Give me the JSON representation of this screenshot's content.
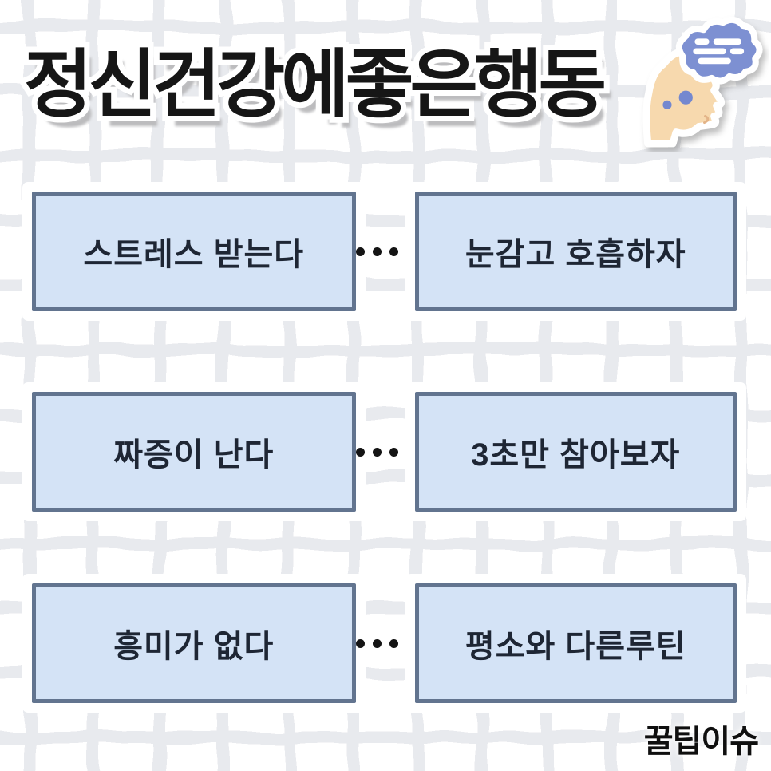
{
  "title": {
    "text": "정신건강에좋은행동"
  },
  "header_icon": {
    "name": "thinking-head-icon",
    "description": "profile of a head with a thought cloud containing text lines",
    "face_color": "#f7d9ae",
    "cloud_color": "#7d90d2",
    "dot_color": "#7488cf"
  },
  "rows": [
    {
      "trigger": "스트레스 받는다",
      "action": "눈감고 호흡하자"
    },
    {
      "trigger": "짜증이 난다",
      "action": "3초만 참아보자"
    },
    {
      "trigger": "흥미가 없다",
      "action": "평소와 다른루틴"
    }
  ],
  "connector": {
    "style": "four-black-dots"
  },
  "watermark": {
    "text": "꿀팁이슈"
  },
  "colors": {
    "background": "#ffffff",
    "grid_line": "#e8eaee",
    "box_fill": "#d4e3f6",
    "box_border": "#62748f",
    "box_text": "#1e2634",
    "title_text": "#161616",
    "title_shadow": "#bcbcbe",
    "dot": "#141414"
  }
}
